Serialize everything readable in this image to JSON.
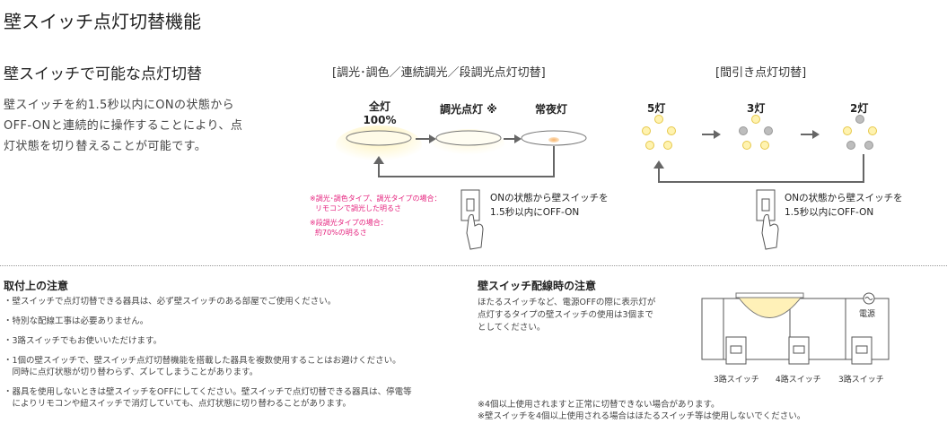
{
  "page_title": "壁スイッチ点灯切替機能",
  "section_title": "壁スイッチで可能な点灯切替",
  "intro_lines": [
    "壁スイッチを約1.5秒以内にONの状態から",
    "OFF-ONと連続的に操作することにより、点",
    "灯状態を切り替えることが可能です。"
  ],
  "left_diagram": {
    "bracket": "[調光･調色／連続調光／段調光点灯切替]",
    "states": [
      {
        "label": "全灯",
        "sub": "100%"
      },
      {
        "label": "調光点灯 ※",
        "sub": ""
      },
      {
        "label": "常夜灯",
        "sub": ""
      }
    ],
    "notes": [
      "※調光･調色タイプ、調光タイプの場合：",
      "リモコンで調光した明るさ",
      "※段調光タイプの場合：",
      "約70%の明るさ"
    ],
    "caption": [
      "ONの状態から壁スイッチを",
      "1.5秒以内にOFF-ON"
    ]
  },
  "right_diagram": {
    "bracket": "[間引き点灯切替]",
    "states": [
      {
        "label": "5灯"
      },
      {
        "label": "3灯"
      },
      {
        "label": "2灯"
      }
    ],
    "caption": [
      "ONの状態から壁スイッチを",
      "1.5秒以内にOFF-ON"
    ]
  },
  "install_notes": {
    "title": "取付上の注意",
    "items": [
      "・壁スイッチで点灯切替できる器具は、必ず壁スイッチのある部屋でご使用ください。",
      "・特別な配線工事は必要ありません。",
      "・3路スイッチでもお使いいただけます。",
      "・1個の壁スイッチで、壁スイッチ点灯切替機能を搭載した器具を複数使用することはお避けください。",
      "　同時に点灯状態が切り替わらず、ズレてしまうことがあります。",
      "・器具を使用しないときは壁スイッチをOFFにしてください。壁スイッチで点灯切替できる器具は、停電等",
      "　によりリモコンや紐スイッチで消灯していても、点灯状態に切り替わることがあります。"
    ]
  },
  "wiring_notes": {
    "title": "壁スイッチ配線時の注意",
    "body": [
      "ほたるスイッチなど、電源OFFの際に表示灯が",
      "点灯するタイプの壁スイッチの使用は3個まで",
      "としてください。"
    ],
    "power_label": "電源",
    "switch_labels": [
      "3路スイッチ",
      "4路スイッチ",
      "3路スイッチ"
    ],
    "footnotes": [
      "※4個以上使用されますと正常に切替できない場合があります。",
      "※壁スイッチを4個以上使用される場合はほたるスイッチ等は使用しないでください。"
    ]
  },
  "colors": {
    "lit": "#fff3b0",
    "lit_stroke": "#e6c84a",
    "off": "#bdbdbd",
    "note_pink": "#e5217d",
    "arrow": "#666666"
  }
}
